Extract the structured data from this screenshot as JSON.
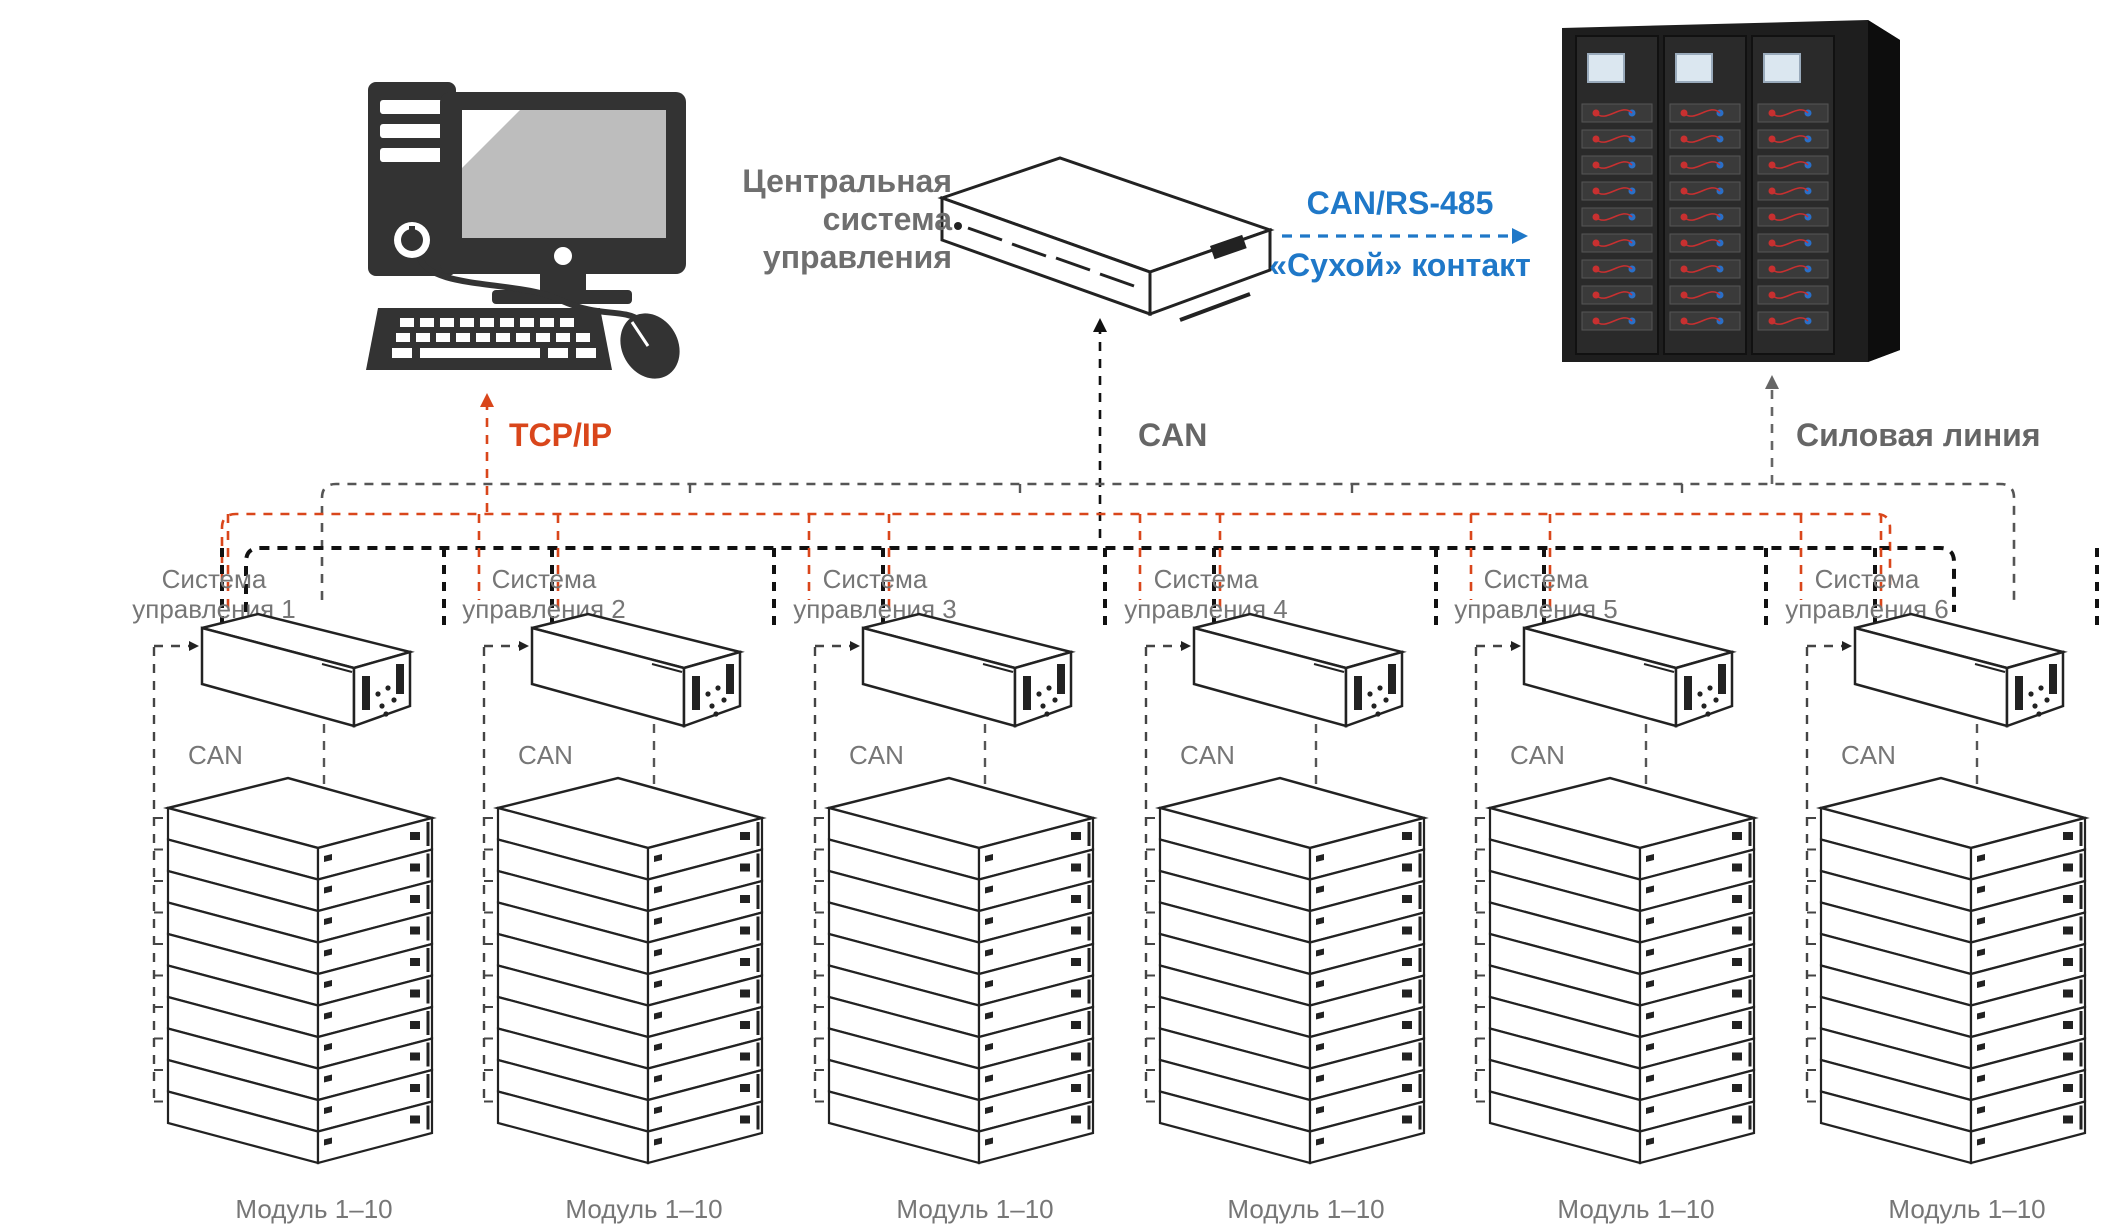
{
  "colors": {
    "tcp": "#d9461b",
    "can_black": "#111111",
    "power_gray": "#555555",
    "can_rs485_blue": "#1f78c8",
    "label_gray": "#6f6f6f"
  },
  "labels": {
    "tcp_ip": "TCP/IP",
    "can_main": "CAN",
    "central_line1": "Центральная",
    "central_line2": "система",
    "central_line3": "управления",
    "can_rs485": "CAN/RS-485",
    "dry_contact": "«Сухой» контакт",
    "power_line": "Силовая линия"
  },
  "groups": [
    {
      "sys1": "Система",
      "sys2": "управления 1",
      "can": "CAN",
      "modules": "Модуль 1–10"
    },
    {
      "sys1": "Система",
      "sys2": "управления 2",
      "can": "CAN",
      "modules": "Модуль 1–10"
    },
    {
      "sys1": "Система",
      "sys2": "управления 3",
      "can": "CAN",
      "modules": "Модуль 1–10"
    },
    {
      "sys1": "Система",
      "sys2": "управления 4",
      "can": "CAN",
      "modules": "Модуль 1–10"
    },
    {
      "sys1": "Система",
      "sys2": "управления 5",
      "can": "CAN",
      "modules": "Модуль 1–10"
    },
    {
      "sys1": "Система",
      "sys2": "управления 6",
      "can": "CAN",
      "modules": "Модуль 1–10"
    }
  ],
  "icons": {
    "computer": "desktop-computer-icon",
    "central_unit": "central-control-unit-icon",
    "cabinet": "power-cabinet-icon",
    "bms": "control-unit-icon",
    "rack": "battery-module-stack-icon"
  }
}
